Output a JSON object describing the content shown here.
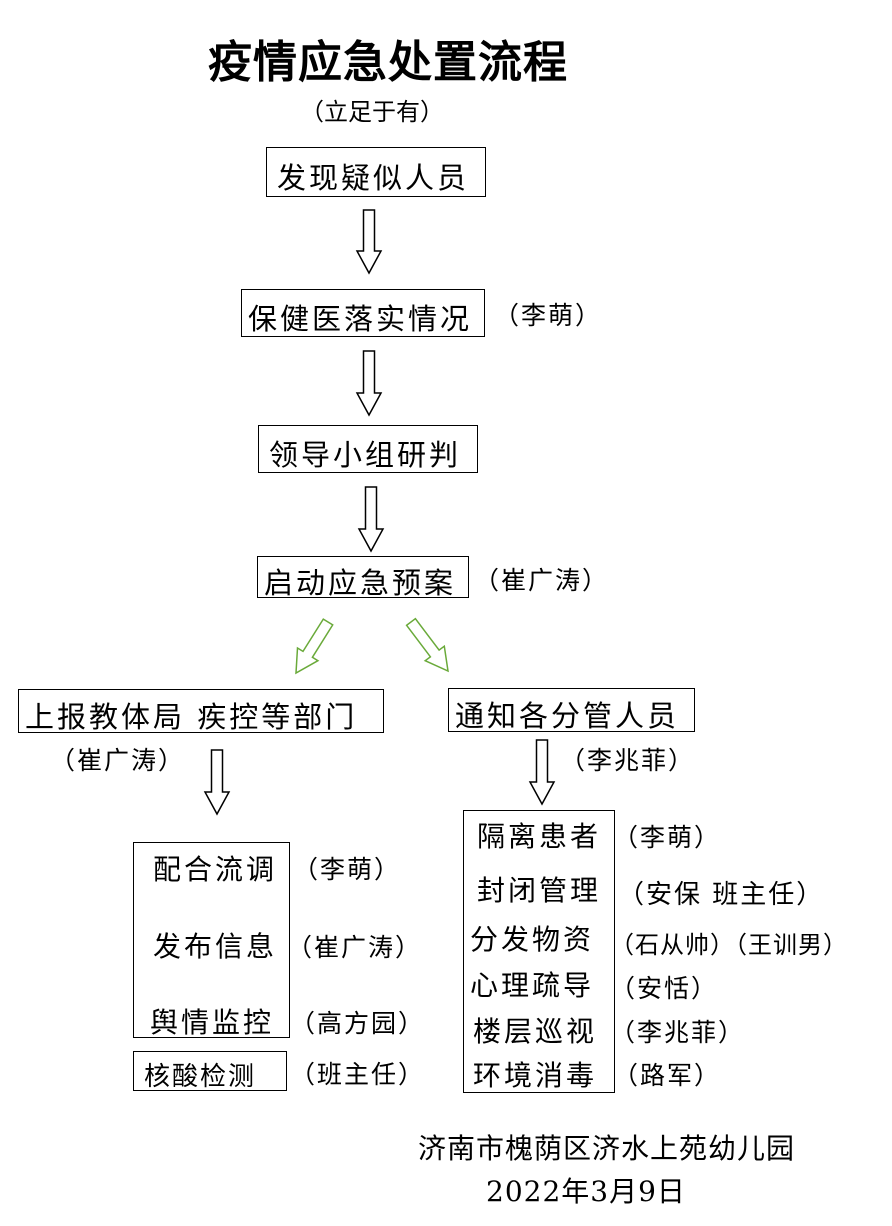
{
  "title": "疫情应急处置流程",
  "subtitle": "（立足于有）",
  "steps": {
    "s1": {
      "label": "发现疑似人员"
    },
    "s2": {
      "label": "保健医落实情况",
      "resp": "（李萌）"
    },
    "s3": {
      "label": "领导小组研判"
    },
    "s4": {
      "label": "启动应急预案",
      "resp": "（崔广涛）"
    }
  },
  "left_branch": {
    "label": "上报教体局 疾控等部门",
    "resp": "（崔广涛）",
    "items": [
      {
        "label": "配合流调",
        "resp": "（李萌）"
      },
      {
        "label": "发布信息",
        "resp": "（崔广涛）"
      },
      {
        "label": "舆情监控",
        "resp": "（高方园）"
      }
    ],
    "extra": {
      "label": "核酸检测",
      "resp": "（班主任）"
    }
  },
  "right_branch": {
    "label": "通知各分管人员",
    "resp": "（李兆菲）",
    "items": [
      {
        "label": "隔离患者",
        "resp": "（李萌）"
      },
      {
        "label": "封闭管理",
        "resp": "（安保 班主任）"
      },
      {
        "label": "分发物资",
        "resp": "（石从帅）（王训男）"
      },
      {
        "label": "心理疏导",
        "resp": "（安恬）"
      },
      {
        "label": "楼层巡视",
        "resp": "（李兆菲）"
      },
      {
        "label": "环境消毒",
        "resp": "（路军）"
      }
    ]
  },
  "footer": {
    "org": "济南市槐荫区济水上苑幼儿园",
    "date": "2022年3月9日"
  },
  "colors": {
    "arrow": "#000000",
    "branch_arrow": "#6aaa3a"
  }
}
